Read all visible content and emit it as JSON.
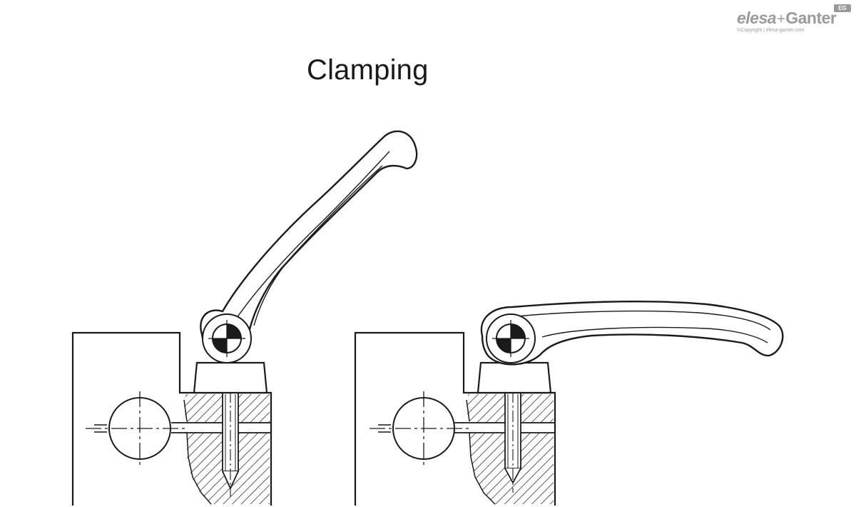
{
  "title": "Clamping",
  "brand": {
    "part1": "elesa",
    "plus": "+",
    "part2": "Ganter",
    "badge": "EG",
    "copyright": "©Copyright | elesa-ganter.com"
  },
  "colors": {
    "line": "#1a1a1a",
    "logo": "#9a9a9a",
    "background": "#ffffff"
  },
  "figures": [
    {
      "name": "lever-open-position",
      "state": "open"
    },
    {
      "name": "lever-clamped-position",
      "state": "clamped"
    }
  ]
}
